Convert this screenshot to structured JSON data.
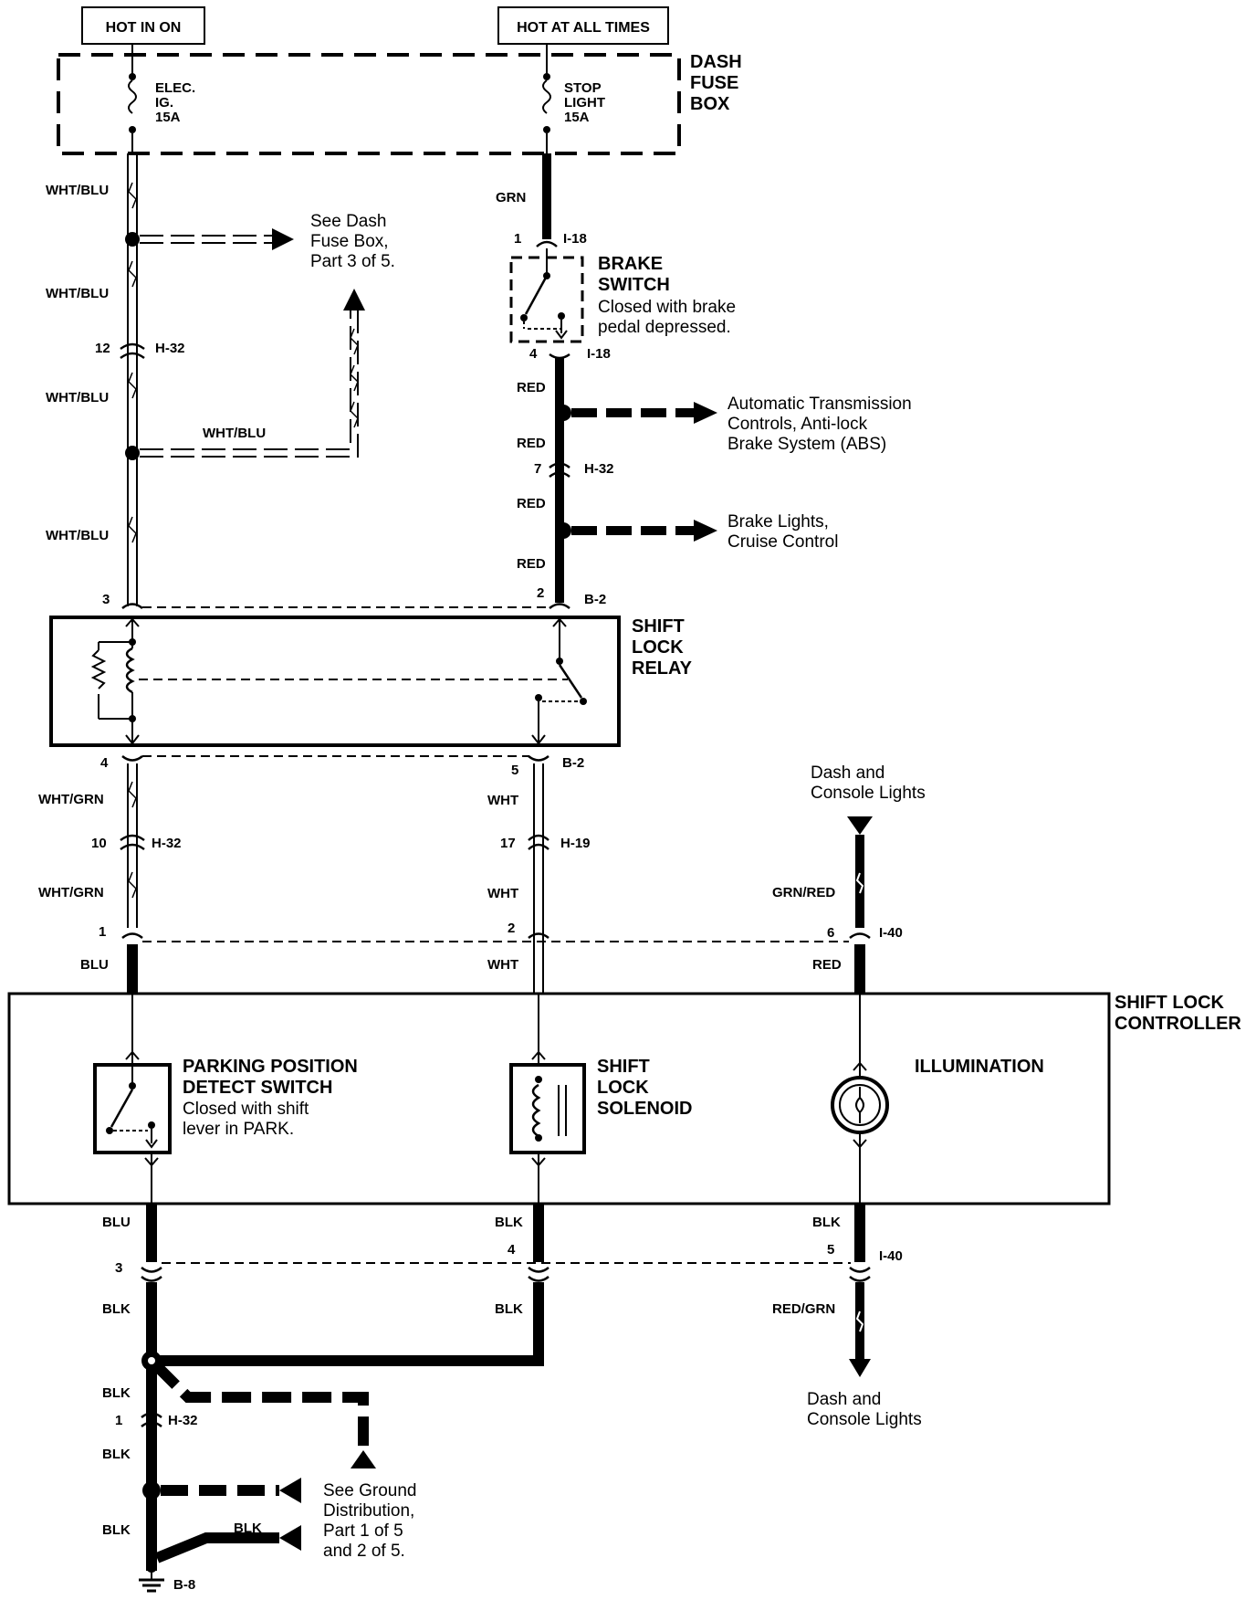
{
  "headers": {
    "hot_in_on": "HOT IN ON",
    "hot_at_all_times": "HOT AT ALL TIMES"
  },
  "dash_fuse_box": {
    "title_lines": [
      "DASH",
      "FUSE",
      "BOX"
    ],
    "fuse_left_lines": [
      "ELEC.",
      "IG.",
      "15A"
    ],
    "fuse_right_lines": [
      "STOP",
      "LIGHT",
      "15A"
    ]
  },
  "wires": {
    "wht_blu": "WHT/BLU",
    "grn": "GRN",
    "red": "RED",
    "wht_grn": "WHT/GRN",
    "wht": "WHT",
    "grn_red": "GRN/RED",
    "blu": "BLU",
    "blk": "BLK",
    "red_grn": "RED/GRN"
  },
  "connectors": {
    "h32": "H-32",
    "i18": "I-18",
    "b2": "B-2",
    "h19": "H-19",
    "i40": "I-40",
    "b8": "B-8"
  },
  "pins": {
    "p1": "1",
    "p2": "2",
    "p3": "3",
    "p4": "4",
    "p5": "5",
    "p6": "6",
    "p7": "7",
    "p10": "10",
    "p12": "12",
    "p17": "17"
  },
  "brake_switch": {
    "title_lines": [
      "BRAKE",
      "SWITCH"
    ],
    "note_lines": [
      "Closed with brake",
      "pedal depressed."
    ]
  },
  "shift_lock_relay": {
    "title_lines": [
      "SHIFT",
      "LOCK",
      "RELAY"
    ]
  },
  "shift_lock_controller": {
    "title_lines": [
      "SHIFT LOCK",
      "CONTROLLER"
    ]
  },
  "parking_switch": {
    "title_lines": [
      "PARKING POSITION",
      "DETECT SWITCH"
    ],
    "note_lines": [
      "Closed with shift",
      "lever in PARK."
    ]
  },
  "solenoid": {
    "title_lines": [
      "SHIFT",
      "LOCK",
      "SOLENOID"
    ]
  },
  "illumination": {
    "title": "ILLUMINATION"
  },
  "references": {
    "see_dash_fuse_box": [
      "See Dash",
      "Fuse Box,",
      "Part 3 of 5."
    ],
    "atc_abs": [
      "Automatic Transmission",
      "Controls, Anti-lock",
      "Brake System (ABS)"
    ],
    "brake_lights": [
      "Brake Lights,",
      "Cruise Control"
    ],
    "dash_console_top": [
      "Dash and",
      "Console Lights"
    ],
    "dash_console_bottom": [
      "Dash and",
      "Console Lights"
    ],
    "ground_dist": [
      "See Ground",
      "Distribution,",
      "Part 1 of 5",
      "and 2 of 5."
    ]
  },
  "colors": {
    "ink": "#000000",
    "paper": "#ffffff"
  }
}
